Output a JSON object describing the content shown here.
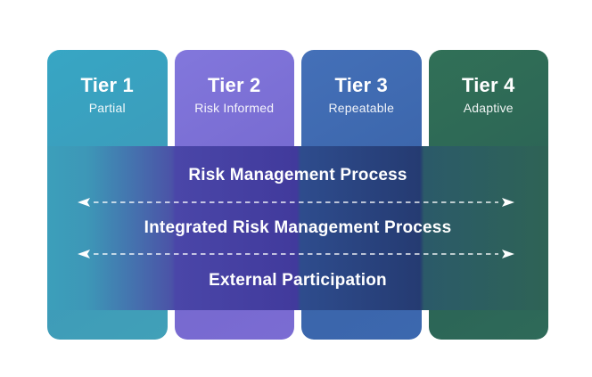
{
  "diagram": {
    "name": "cybersecurity-framework-implementation-tiers",
    "background_color": "#ffffff"
  },
  "tiers": [
    {
      "title": "Tier 1",
      "subtitle": "Partial",
      "color": "#3ba0be"
    },
    {
      "title": "Tier 2",
      "subtitle": "Risk Informed",
      "color": "#7b6fd4"
    },
    {
      "title": "Tier 3",
      "subtitle": "Repeatable",
      "color": "#3e69b0"
    },
    {
      "title": "Tier 4",
      "subtitle": "Adaptive",
      "color": "#2e6a58"
    }
  ],
  "band": {
    "labels": [
      "Risk Management Process",
      "Integrated Risk Management Process",
      "External Participation"
    ],
    "overlay_gradient": [
      "#3c9fbb",
      "#4a46a8",
      "#413a9c",
      "#2e4c8d",
      "#253b72",
      "#2b5a69",
      "#2e6355"
    ],
    "arrow_color": "#ffffff",
    "arrow_dash_color": "rgba(255,255,255,0.78)"
  }
}
